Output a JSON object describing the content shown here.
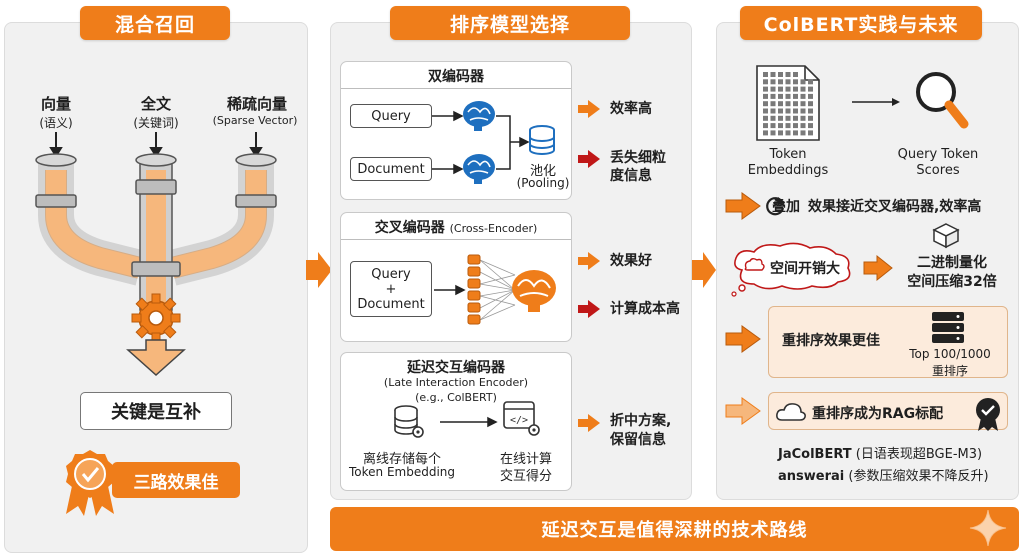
{
  "panels": {
    "left": {
      "title": "混合召回"
    },
    "middle": {
      "title": "排序模型选择"
    },
    "right": {
      "title": "ColBERT实践与未来"
    }
  },
  "left": {
    "pipes": [
      {
        "label": "向量",
        "sub": "(语义)"
      },
      {
        "label": "全文",
        "sub": "(关键词)"
      },
      {
        "label": "稀疏向量",
        "sub": "(Sparse Vector)"
      }
    ],
    "key_text": "关键是互补",
    "badge_text": "三路效果佳"
  },
  "middle": {
    "bi_encoder": {
      "title": "双编码器",
      "query": "Query",
      "document": "Document",
      "pooling_1": "池化",
      "pooling_2": "(Pooling)",
      "result_good": "效率高",
      "result_bad_1": "丢失细粒",
      "result_bad_2": "度信息"
    },
    "cross_encoder": {
      "title": "交叉编码器",
      "title_en": "(Cross-Encoder)",
      "query": "Query",
      "plus": "+",
      "document": "Document",
      "result_good": "效果好",
      "result_bad": "计算成本高"
    },
    "late_interaction": {
      "title": "延迟交互编码器",
      "title_en": "(Late Interaction Encoder)",
      "example": "(e.g., ColBERT)",
      "offline_1": "离线存储每个",
      "offline_2": "Token Embedding",
      "online_1": "在线计算",
      "online_2": "交互得分",
      "result_1": "折中方案,",
      "result_2": "保留信息"
    }
  },
  "right": {
    "token_embeddings_1": "Token",
    "token_embeddings_2": "Embeddings",
    "query_scores_1": "Query Token",
    "query_scores_2": "Scores",
    "overlay_word": "叠加",
    "overlay_text": "效果接近交叉编码器,效率高",
    "space_cost": "空间开销大",
    "binary_1": "二进制量化",
    "binary_2": "空间压缩32倍",
    "rerank_better": "重排序效果更佳",
    "rerank_top_1": "Top 100/1000",
    "rerank_top_2": "重排序",
    "rag_standard": "重排序成为RAG标配",
    "jacolbert_name": "JaColBERT",
    "jacolbert_desc": "(日语表现超BGE-M3)",
    "answerai_name": "answerai",
    "answerai_desc": "(参数压缩效果不降反升)"
  },
  "bottom_banner": "延迟交互是值得深耕的技术路线",
  "colors": {
    "orange": "#ef7d1a",
    "light_orange": "#f6b77c",
    "red": "#c01818",
    "blue": "#1e6fbf",
    "panel": "#f1f1f1"
  }
}
